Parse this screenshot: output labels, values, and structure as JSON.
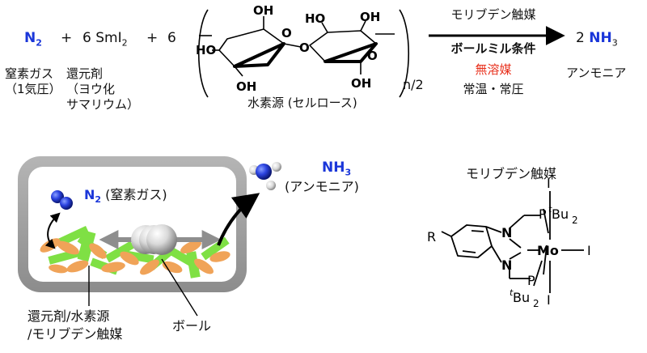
{
  "reaction": {
    "n2_label": "N",
    "n2_sub": "2",
    "plus1": "+",
    "smi2_coef": "6 SmI",
    "smi2_sub": "2",
    "plus2": "+",
    "cellulose_coef": "6",
    "repeat_label": "n/2",
    "n2_caption": [
      "窒素ガス",
      "（1気圧）"
    ],
    "smi2_caption": [
      "還元剤",
      "（ヨウ化",
      "サマリウム）"
    ],
    "cellulose_caption": "水素源 (セルロース)",
    "product_coef": "2",
    "product_label": "NH",
    "product_sub": "3",
    "product_caption": "アンモニア"
  },
  "conditions": {
    "catalyst": "モリブデン触媒",
    "ball_mill": "ボールミル条件",
    "solvent_free": "無溶媒",
    "temp_pressure": "常温・常圧"
  },
  "cellulose_atoms": {
    "oh": "OH",
    "ho": "HO",
    "o": "O"
  },
  "ball_mill_scheme": {
    "n2_label": "N",
    "n2_sub": "2",
    "n2_caption": " (窒素ガス)",
    "nh3_label": "NH",
    "nh3_sub": "3",
    "nh3_caption": "(アンモニア)",
    "reagents_caption": "還元剤/水素源\n/モリブデン触媒",
    "ball_caption": "ボール"
  },
  "catalyst_structure": {
    "title": "モリブデン触媒",
    "r": "R",
    "n": "N",
    "p": "P",
    "t": "t",
    "bu": "Bu",
    "bu_sub": "2",
    "mo": "Mo",
    "i": "I"
  },
  "colors": {
    "blue": "#1a36d9",
    "red": "#e8301c",
    "orange": "#f0a358",
    "green": "#7fe044",
    "vessel": "#9c9c9c"
  }
}
